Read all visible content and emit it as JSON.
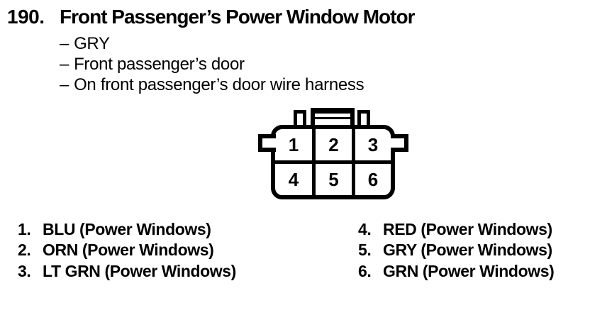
{
  "page": {
    "background": "#ffffff",
    "ink": "#000000"
  },
  "header": {
    "index": "190.",
    "title": "Front Passenger’s Power Window Motor",
    "bullet": "–",
    "details": [
      "GRY",
      "Front passenger’s door",
      "On front passenger’s door wire harness"
    ]
  },
  "connector": {
    "cells": [
      "1",
      "2",
      "3",
      "4",
      "5",
      "6"
    ]
  },
  "legend": {
    "left": [
      {
        "num": "1.",
        "label": "BLU (Power Windows)"
      },
      {
        "num": "2.",
        "label": "ORN (Power Windows)"
      },
      {
        "num": "3.",
        "label": "LT GRN (Power Windows)"
      }
    ],
    "right": [
      {
        "num": "4.",
        "label": "RED (Power Windows)"
      },
      {
        "num": "5.",
        "label": "GRY (Power Windows)"
      },
      {
        "num": "6.",
        "label": "GRN (Power Windows)"
      }
    ]
  }
}
